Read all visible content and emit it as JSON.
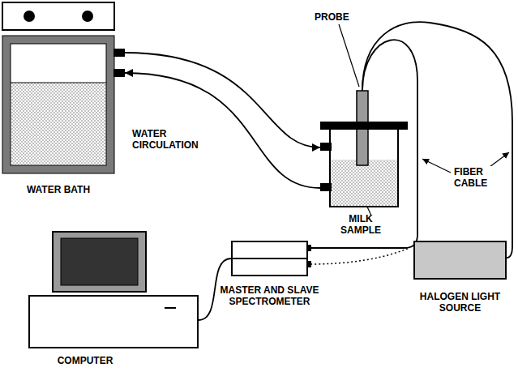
{
  "diagram": {
    "nodes": [
      {
        "text": [
          "WATER BATH"
        ]
      },
      {
        "text": [
          "MILK SAMPLE"
        ]
      },
      {
        "text": [
          "COMPUTER"
        ]
      },
      {
        "text": [
          "MASTER AND SLAVE SPECTROMETER"
        ]
      },
      {
        "text": [
          "HALOGEN LIGHT SOURCE"
        ]
      }
    ],
    "edges": [
      {
        "from": 0,
        "to": 1,
        "arrow": "to"
      },
      {
        "from": 1,
        "to": 0,
        "arrow": "to"
      },
      {
        "from": 1,
        "to": 4,
        "arrow": "none"
      },
      {
        "from": 1,
        "to": 3,
        "arrow": "none"
      },
      {
        "from": 2,
        "to": 3,
        "arrow": "none"
      }
    ],
    "labels": [
      "PROBE",
      "WATER CIRCULATION",
      "FIBER CABLE"
    ]
  }
}
